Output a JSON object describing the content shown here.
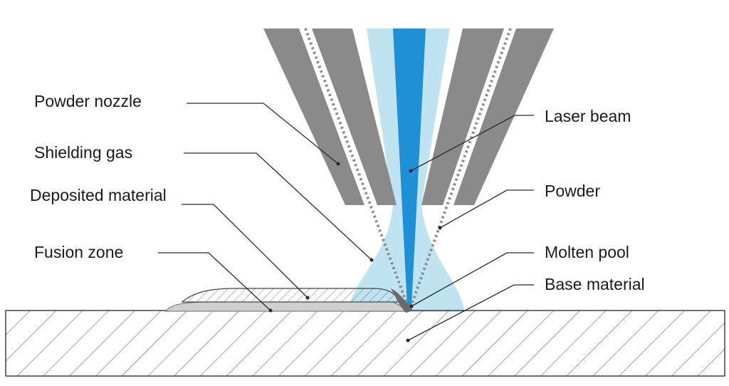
{
  "labels": {
    "powder_nozzle": "Powder nozzle",
    "shielding_gas": "Shielding gas",
    "deposited_material": "Deposited material",
    "fusion_zone": "Fusion zone",
    "laser_beam": "Laser beam",
    "powder": "Powder",
    "molten_pool": "Molten pool",
    "base_material": "Base material"
  },
  "colors": {
    "nozzle": "#8a8a8a",
    "shielding_gas": "#bfe3f1",
    "laser_beam": "#1f8fd6",
    "powder_dots": "#8c8c8c",
    "hatch": "#555555",
    "fusion_zone": "#cfcfcf",
    "molten_pool": "#6a6a6a"
  }
}
